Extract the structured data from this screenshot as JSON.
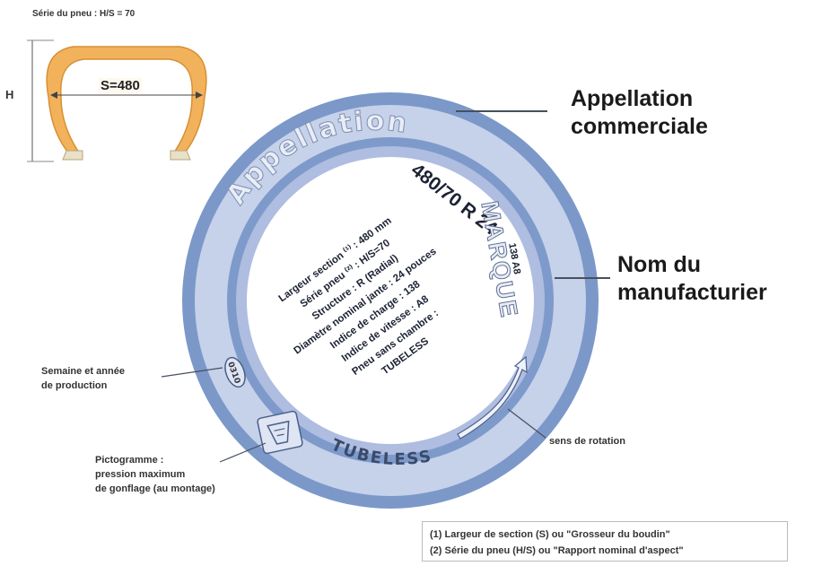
{
  "profile": {
    "title": "Série du pneu : H/S = 70",
    "h_label": "H",
    "s_label": "S=480"
  },
  "tire": {
    "appellation": "Appellation",
    "size": "480/70 R 24",
    "marque": "MARQUE",
    "load_speed": "138 A8",
    "tubeless_arc": "TUBELESS",
    "center_lines": [
      "Largeur section ⁽¹⁾ : 480 mm",
      "Série pneu ⁽²⁾ : H/S=70",
      "Structure : R (Radial)",
      "Diamètre nominal jante : 24 pouces",
      "Indice de charge : 138",
      "Indice de vitesse : A8",
      "Pneu sans chambre :",
      "TUBELESS"
    ],
    "date_code": "0310"
  },
  "callouts": {
    "appellation": [
      "Appellation",
      "commerciale"
    ],
    "manufacturer": [
      "Nom du",
      "manufacturier"
    ],
    "production": [
      "Semaine et année",
      "de production"
    ],
    "pictogram": [
      "Pictogramme :",
      "pression maximum",
      "de gonflage (au montage)"
    ],
    "rotation": "sens de rotation"
  },
  "notes": [
    "(1) Largeur de section (S) ou \"Grosseur du boudin\"",
    "(2) Série du pneu (H/S) ou \"Rapport nominal d'aspect\""
  ],
  "colors": {
    "outer_ring": "#7b98c9",
    "inner_ring": "#c6d1ea",
    "rim_band": "#7e9acb",
    "profile_fill": "#f2b25c",
    "text": "#333333"
  }
}
